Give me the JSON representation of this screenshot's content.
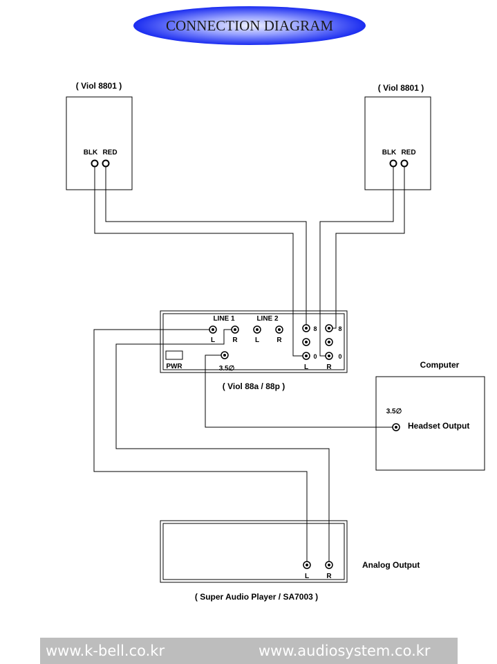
{
  "title": "CONNECTION DIAGRAM",
  "speakers": {
    "left": {
      "label": "( Viol 8801 )",
      "blk": "BLK",
      "red": "RED"
    },
    "right": {
      "label": "( Viol 8801 )",
      "blk": "BLK",
      "red": "RED"
    }
  },
  "amplifier": {
    "label": "( Viol 88a / 88p )",
    "line1": "LINE 1",
    "line2": "LINE 2",
    "l": "L",
    "r": "R",
    "pwr": "PWR",
    "jack": "3.5∅",
    "ohm8": "8",
    "ohm0": "0"
  },
  "computer": {
    "title": "Computer",
    "jack": "3.5∅",
    "output": "Headset Output"
  },
  "player": {
    "label": "( Super Audio Player / SA7003  )",
    "output": "Analog Output",
    "l": "L",
    "r": "R"
  },
  "footer": {
    "left": "www.k-bell.co.kr",
    "right": "www.audiosystem.co.kr"
  },
  "colors": {
    "title_gradient_edge": "#1a2cf0",
    "title_gradient_center": "#e8ecff",
    "line": "#000000",
    "footer_bg": "#bdbdbd"
  }
}
